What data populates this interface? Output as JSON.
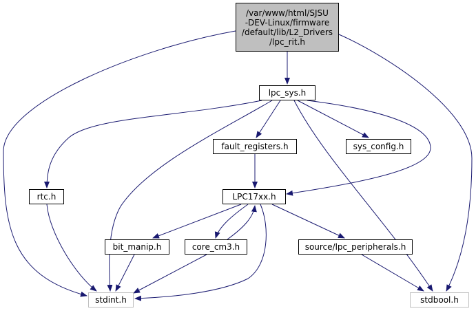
{
  "diagram": {
    "type": "include-dependency-graph",
    "colors": {
      "root_fill": "#bfbfbf",
      "edge": "#191970",
      "external_border": "#bfbfbf"
    },
    "nodes": {
      "root": "/var/www/html/SJSU\n-DEV-Linux/firmware\n/default/lib/L2_Drivers\n/lpc_rit.h",
      "lpc_sys": "lpc_sys.h",
      "fault_registers": "fault_registers.h",
      "sys_config": "sys_config.h",
      "rtc": "rtc.h",
      "lpc17xx": "LPC17xx.h",
      "bit_manip": "bit_manip.h",
      "core_cm3": "core_cm3.h",
      "lpc_peripherals": "source/lpc_peripherals.h",
      "stdint": "stdint.h",
      "stdbool": "stdbool.h"
    },
    "edges": [
      [
        "root",
        "lpc_sys"
      ],
      [
        "root",
        "stdint"
      ],
      [
        "root",
        "stdbool"
      ],
      [
        "lpc_sys",
        "rtc"
      ],
      [
        "lpc_sys",
        "stdint"
      ],
      [
        "lpc_sys",
        "fault_registers"
      ],
      [
        "lpc_sys",
        "sys_config"
      ],
      [
        "lpc_sys",
        "lpc17xx"
      ],
      [
        "lpc_sys",
        "stdbool"
      ],
      [
        "fault_registers",
        "lpc17xx"
      ],
      [
        "rtc",
        "stdint"
      ],
      [
        "lpc17xx",
        "bit_manip"
      ],
      [
        "lpc17xx",
        "core_cm3"
      ],
      [
        "lpc17xx",
        "lpc_peripherals"
      ],
      [
        "lpc17xx",
        "stdint"
      ],
      [
        "core_cm3",
        "lpc17xx"
      ],
      [
        "core_cm3",
        "stdint"
      ],
      [
        "bit_manip",
        "stdint"
      ],
      [
        "lpc_peripherals",
        "stdbool"
      ]
    ]
  }
}
